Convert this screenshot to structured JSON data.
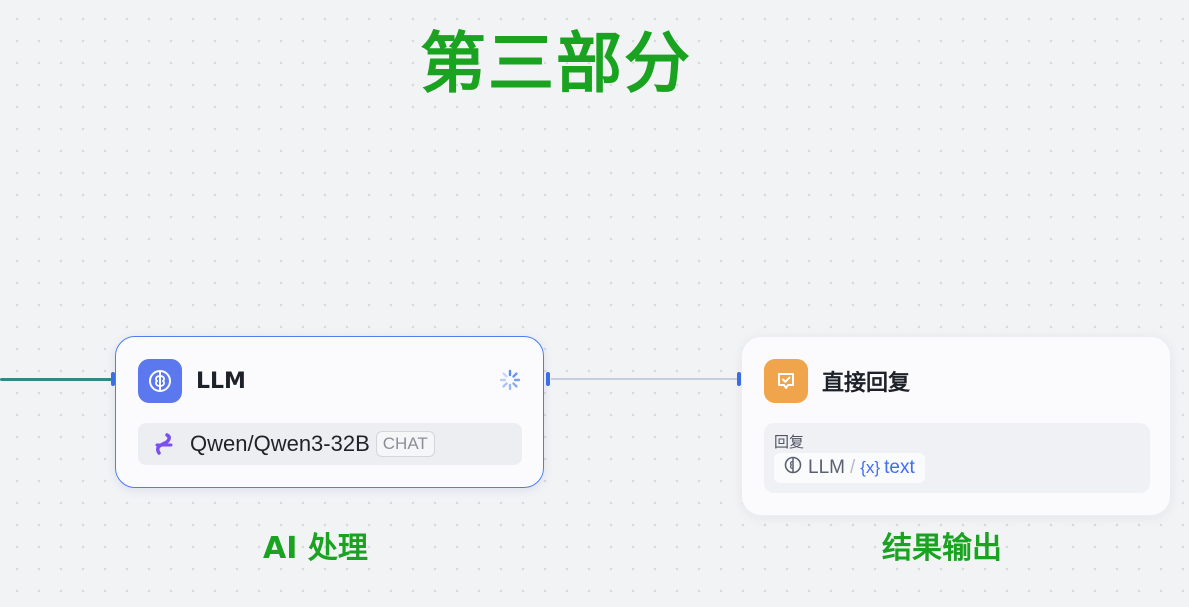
{
  "section_title": "第三部分",
  "llm_node": {
    "title": "LLM",
    "icon": "brain-icon",
    "status_icon": "loading-spinner-icon",
    "model_name": "Qwen/Qwen3-32B",
    "model_badge": "CHAT",
    "caption": "AI 处理",
    "accent_color": "#5b78ee"
  },
  "reply_node": {
    "title": "直接回复",
    "icon": "reply-chat-icon",
    "field_label": "回复",
    "variable": {
      "source": "LLM",
      "separator": "/",
      "var_icon": "{x}",
      "name": "text"
    },
    "caption": "结果输出",
    "accent_color": "#f0a44b"
  },
  "colors": {
    "caption_green": "#1aa321",
    "edge_handle": "#3d6fe8"
  }
}
